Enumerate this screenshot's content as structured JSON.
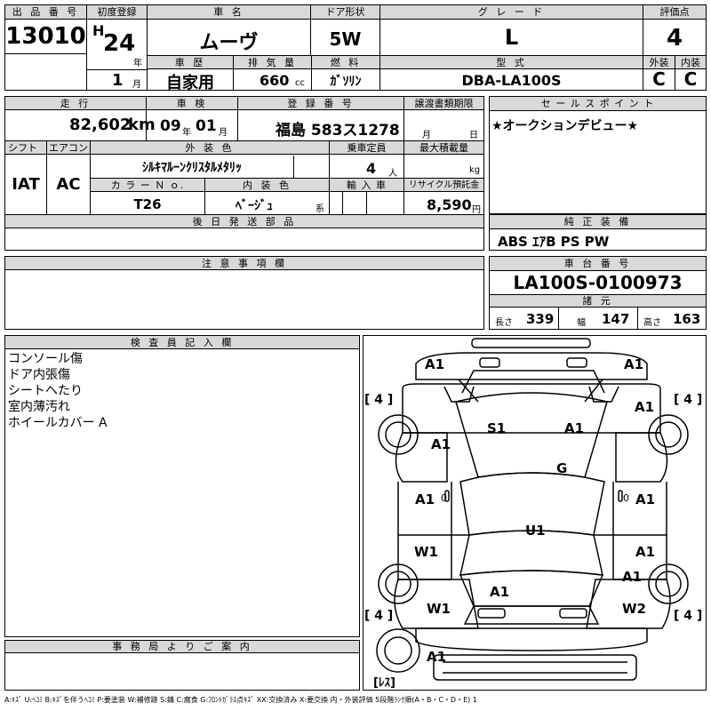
{
  "lot": {
    "label": "出 品 番 号",
    "value": "13010"
  },
  "first_reg": {
    "label": "初度登録",
    "era": "H",
    "year": "24",
    "year_unit": "年",
    "month": "1",
    "month_unit": "月"
  },
  "car_name": {
    "label": "車 名",
    "value": "ムーヴ"
  },
  "door": {
    "label": "ドア形状",
    "value": "5W"
  },
  "grade": {
    "label": "グ レ ー ド",
    "value": "L"
  },
  "score": {
    "label": "評価点",
    "value": "4"
  },
  "history": {
    "label": "車 歴",
    "value": "自家用"
  },
  "displacement": {
    "label": "排 気 量",
    "value": "660",
    "unit": "cc"
  },
  "fuel": {
    "label": "燃 料",
    "value": "ｶﾞｿﾘﾝ"
  },
  "model": {
    "label": "型 式",
    "value": "DBA-LA100S"
  },
  "exterior": {
    "label": "外装",
    "value": "C"
  },
  "interior": {
    "label": "内装",
    "value": "C"
  },
  "mileage": {
    "label": "走 行",
    "value": "82,602",
    "unit": "km"
  },
  "inspection": {
    "label": "車 検",
    "year": "09",
    "year_unit": "年",
    "month": "01",
    "month_unit": "月"
  },
  "registration": {
    "label": "登 録 番 号",
    "value": "福島 583ス1278"
  },
  "transfer_deadline": {
    "label": "譲渡書類期限",
    "month_unit": "月",
    "day_unit": "日"
  },
  "sales_point": {
    "label": "セ ー ル ス ポ イ ン ト",
    "text": "★オークションデビュー★"
  },
  "shift": {
    "label": "シフト",
    "value": "IAT"
  },
  "aircon": {
    "label": "エアコン",
    "value": "AC"
  },
  "ext_color": {
    "label": "外 装 色",
    "value": "ｼﾙｷﾏﾙｰﾝｸﾘｽﾀﾙﾒﾀﾘｯ"
  },
  "capacity": {
    "label": "乗車定員",
    "value": "4",
    "unit": "人"
  },
  "max_load": {
    "label": "最大積載量",
    "unit": "kg"
  },
  "color_no": {
    "label": "カ ラ ー Ｎ ｏ.",
    "value": "T26"
  },
  "int_color": {
    "label": "内 装 色",
    "value": "ﾍﾞｰｼﾞｭ",
    "suffix": "系"
  },
  "import": {
    "label": "輸 入 車"
  },
  "recycle": {
    "label": "リサイクル預託金",
    "value": "8,590",
    "unit": "円"
  },
  "later_parts": {
    "label": "後 日 発 送 部 品"
  },
  "equipment": {
    "label": "純 正 装 備",
    "value": "ABS ｴｱB PS PW"
  },
  "notes": {
    "label": "注 意 事 項 欄"
  },
  "chassis": {
    "label": "車 台 番 号",
    "value": "LA100S-0100973"
  },
  "specs": {
    "label": "諸 元",
    "length_label": "長さ",
    "length": "339",
    "width_label": "幅",
    "width": "147",
    "height_label": "高さ",
    "height": "163"
  },
  "inspector": {
    "label": "検 査 員 記 入 欄",
    "lines": [
      "コンソール傷",
      "ドア内張傷",
      "シートへたり",
      "室内薄汚れ",
      "ホイールカバー A"
    ]
  },
  "office": {
    "label": "事 務 局 よ り ご 案 内"
  },
  "diagram": {
    "marks": [
      "A1",
      "A1",
      "A1",
      "S1",
      "A1",
      "A1",
      "G",
      "A1",
      "A1",
      "U1",
      "W1",
      "A1",
      "A1",
      "A1",
      "W1",
      "W2",
      "A1"
    ],
    "tires": [
      "[ 4 ]",
      "[ 4 ]",
      "[ 4 ]",
      "[ 4 ]"
    ],
    "zero_marks": [
      "0",
      "0"
    ],
    "spare": "[ﾚｽ]"
  },
  "legend": "A:ｷｽﾞ  U:ﾍｺﾐ  B:ｷｽﾞを伴うﾍｺﾐ  P:要塗装  W:補修跡  S:錆  C:腐食  G:ﾌﾛﾝﾄｶﾞﾗｽ点ｷｽﾞ  XX:交換済み  X:要交換  内・外装評価  5段階ﾗﾝｸ順(A・B・C・D・E) 1"
}
